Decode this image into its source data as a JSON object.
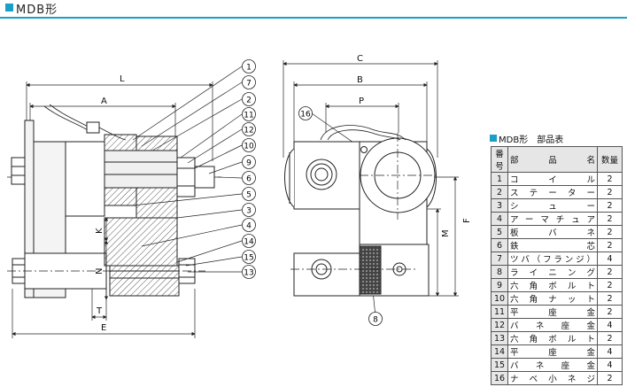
{
  "header": {
    "title": "MDB形"
  },
  "dims": {
    "L": "L",
    "A": "A",
    "E": "E",
    "T": "T",
    "K": "K",
    "N": "N",
    "C": "C",
    "B": "B",
    "P": "P",
    "F": "F",
    "M": "M"
  },
  "callouts": [
    "1",
    "7",
    "2",
    "11",
    "12",
    "10",
    "9",
    "6",
    "5",
    "3",
    "4",
    "14",
    "15",
    "13",
    "16",
    "8"
  ],
  "parts_table": {
    "title": "MDB形　部品表",
    "headers": {
      "no": "番号",
      "name": "部品名",
      "qty": "数量"
    },
    "rows": [
      {
        "no": "1",
        "name": "コイル",
        "qty": "2"
      },
      {
        "no": "2",
        "name": "ステーター",
        "qty": "2"
      },
      {
        "no": "3",
        "name": "シュー",
        "qty": "2"
      },
      {
        "no": "4",
        "name": "アーマチュア",
        "qty": "2"
      },
      {
        "no": "5",
        "name": "板バネ",
        "qty": "2"
      },
      {
        "no": "6",
        "name": "鉄芯",
        "qty": "2"
      },
      {
        "no": "7",
        "name": "ツバ（フランジ）",
        "qty": "4"
      },
      {
        "no": "8",
        "name": "ライニング",
        "qty": "2"
      },
      {
        "no": "9",
        "name": "六角ボルト",
        "qty": "2"
      },
      {
        "no": "10",
        "name": "六角ナット",
        "qty": "2"
      },
      {
        "no": "11",
        "name": "平座金",
        "qty": "2"
      },
      {
        "no": "12",
        "name": "バネ座金",
        "qty": "4"
      },
      {
        "no": "13",
        "name": "六角ボルト",
        "qty": "2"
      },
      {
        "no": "14",
        "name": "平座金",
        "qty": "4"
      },
      {
        "no": "15",
        "name": "バネ座金",
        "qty": "4"
      },
      {
        "no": "16",
        "name": "ナベ小ネジ",
        "qty": "2"
      }
    ]
  },
  "colors": {
    "accent": "#1aa0c8",
    "line": "#222222",
    "hatch": "#555555",
    "fill": "#eeeeee"
  }
}
